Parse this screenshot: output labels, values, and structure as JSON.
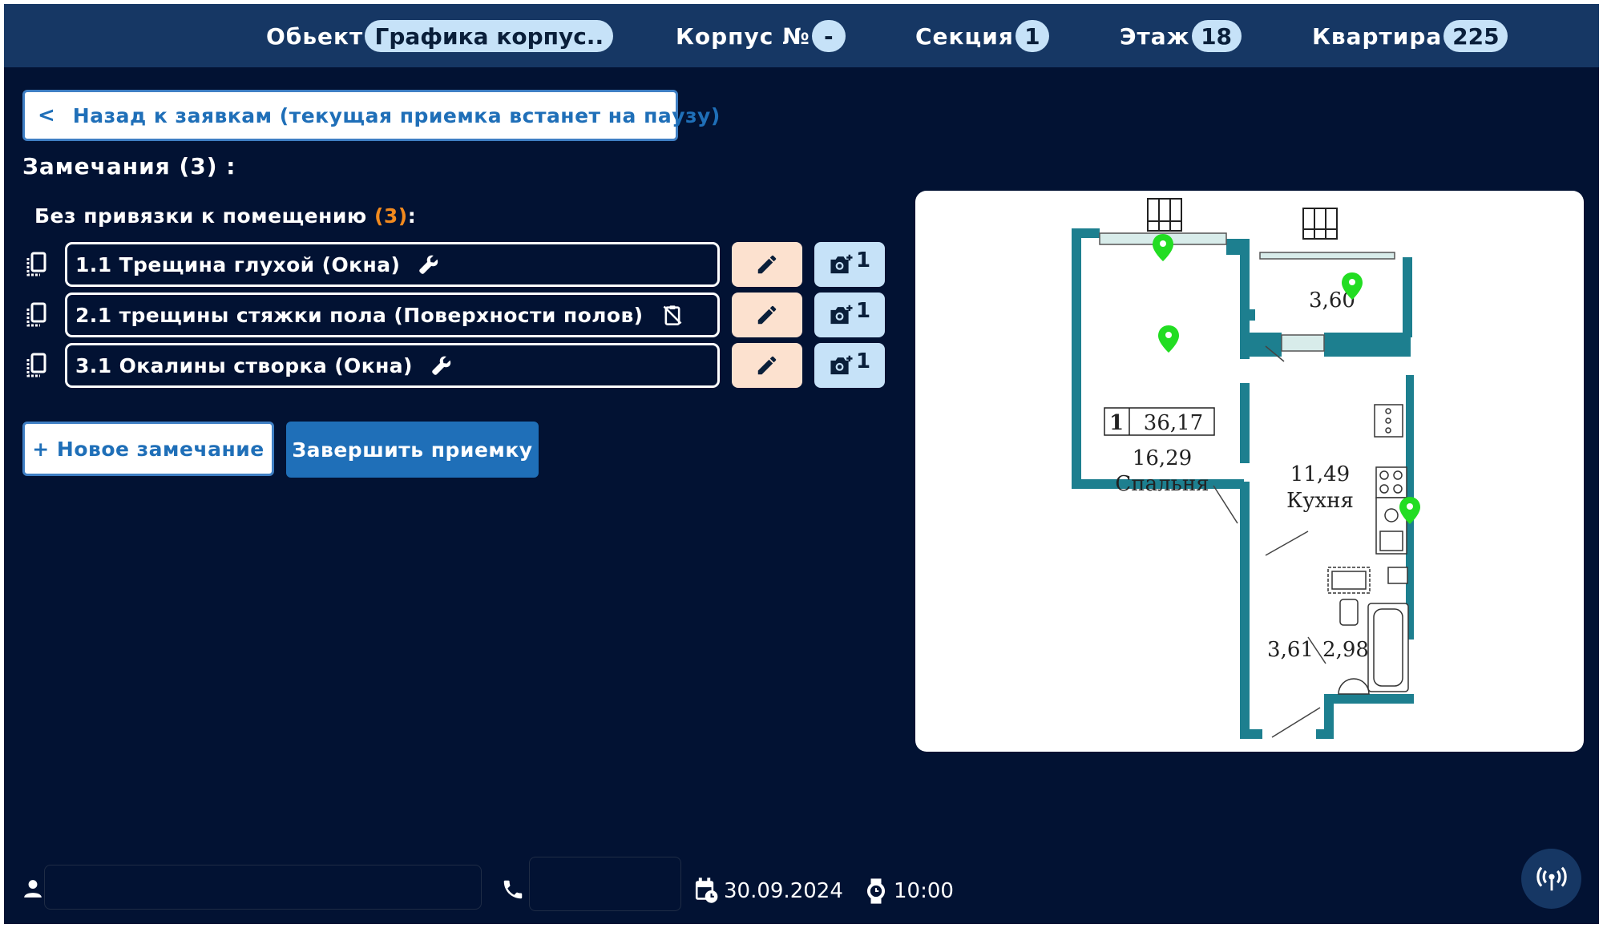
{
  "header": {
    "object_label": "Обьект",
    "object_value": "Графика корпус..",
    "building_label": "Корпус №",
    "building_value": "-",
    "section_label": "Секция",
    "section_value": "1",
    "floor_label": "Этаж",
    "floor_value": "18",
    "apartment_label": "Квартира",
    "apartment_value": "225"
  },
  "back_button": {
    "label": "Назад к заявкам (текущая приемка встанет на паузу)"
  },
  "remarks": {
    "title": "Замечания (3) :",
    "group": {
      "label": "Без привязки к помещению",
      "count": "(3)",
      "suffix": ":"
    },
    "items": [
      {
        "text": "1.1 Трещина глухой (Окна)",
        "status_icon": "wrench-icon",
        "photos": "1"
      },
      {
        "text": "2.1 трещины стяжки пола (Поверхности полов)",
        "status_icon": "clipboard-off-icon",
        "photos": "1"
      },
      {
        "text": "3.1 Окалины створка (Окна)",
        "status_icon": "wrench-icon",
        "photos": "1"
      }
    ]
  },
  "buttons": {
    "new_remark": "+ Новое замечание",
    "finish": "Завершить приемку"
  },
  "floor_plan": {
    "apartment_rooms": "1",
    "total_area": "36,17",
    "bedroom_area": "16,29",
    "bedroom_name": "Спальня",
    "kitchen_area": "11,49",
    "kitchen_name": "Кухня",
    "balcony_area": "3,60",
    "hall_area": "3,61",
    "bathroom_area": "2,98"
  },
  "footer": {
    "name_value": "",
    "phone_value": "",
    "date": "30.09.2024",
    "time": "10:00"
  },
  "colors": {
    "background": "#021233",
    "header": "#163764",
    "pill": "#c6e2f8",
    "accent": "#1f6fb8",
    "edit": "#fce1cf",
    "count": "#f28a1e",
    "wall": "#1d7f8f",
    "marker": "#22dd22"
  }
}
